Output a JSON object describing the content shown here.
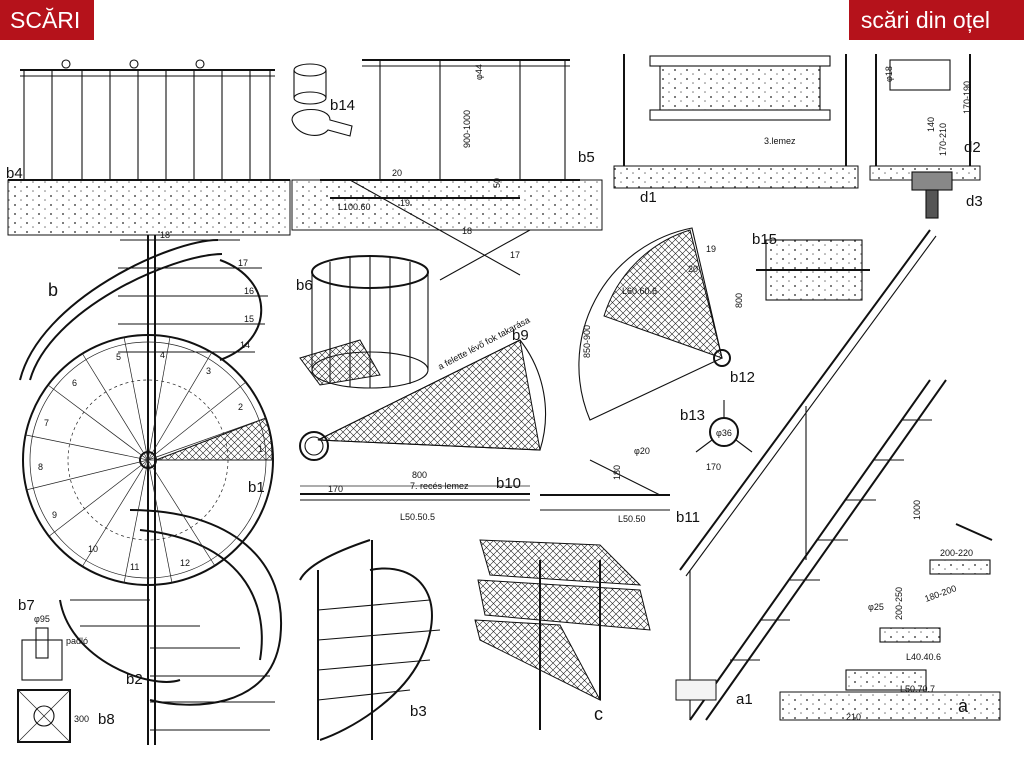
{
  "header": {
    "title_left": "SCĂRI",
    "title_right": "scări din oțel"
  },
  "colors": {
    "title_background": "#b5121b",
    "title_text": "#ffffff",
    "drawing_ink": "#111111",
    "page_background": "#ffffff"
  },
  "labels": {
    "b": "b",
    "b1": "b1",
    "b2": "b2",
    "b3": "b3",
    "b4": "b4",
    "b5": "b5",
    "b6": "b6",
    "b7": "b7",
    "b8": "b8",
    "b9": "b9",
    "b10": "b10",
    "b11": "b11",
    "b12": "b12",
    "b13": "b13",
    "b14": "b14",
    "b15": "b15",
    "c": "c",
    "a": "a",
    "a1": "a1",
    "d1": "d1",
    "d2": "d2",
    "d3": "d3"
  },
  "annotations": {
    "plate_3lemez": "3.lemez",
    "plate_7recos": "7. recés lemez",
    "dim_800_b10": "800",
    "dim_170_b10": "170",
    "dim_50": "50",
    "angle_L100_60": "L100.60",
    "angle_L50_50_5": "L50.50.5",
    "angle_L50_50": "L50.50",
    "angle_L60_60_6": "L60.60.6",
    "angle_L40_40_6": "L40.40.6",
    "angle_L50_70_7": "L50.70.7",
    "dim_900_1000": "900-1000",
    "dim_1000": "1000",
    "dim_800_b12": "800",
    "dim_850_900": "850-900",
    "dim_200_220": "200-220",
    "dim_180_200": "180-200",
    "dim_200_250": "200-250",
    "dim_170_190": "170-190",
    "dim_170_210": "170-210",
    "dim_140": "140",
    "dim_180": "180",
    "dim_210": "210",
    "dim_170_b13": "170",
    "dim_phi18": "φ18",
    "dim_phi20": "φ20",
    "dim_phi25": "φ25",
    "dim_phi44": "φ44",
    "dim_phi95": "φ95",
    "dim_phi36": "φ36",
    "dim_300": "300",
    "padlo": "padló",
    "b9_note": "a felette lévő fok takarása",
    "step_numbers_plan": [
      "1",
      "2",
      "3",
      "4",
      "5",
      "6",
      "7",
      "8",
      "9",
      "10",
      "11",
      "12"
    ],
    "step_numbers_upper": [
      "14",
      "15",
      "16",
      "17",
      "18"
    ],
    "step_numbers_b5": [
      "17",
      "18",
      "19",
      "20"
    ],
    "step_numbers_b12": [
      "19",
      "20"
    ]
  }
}
